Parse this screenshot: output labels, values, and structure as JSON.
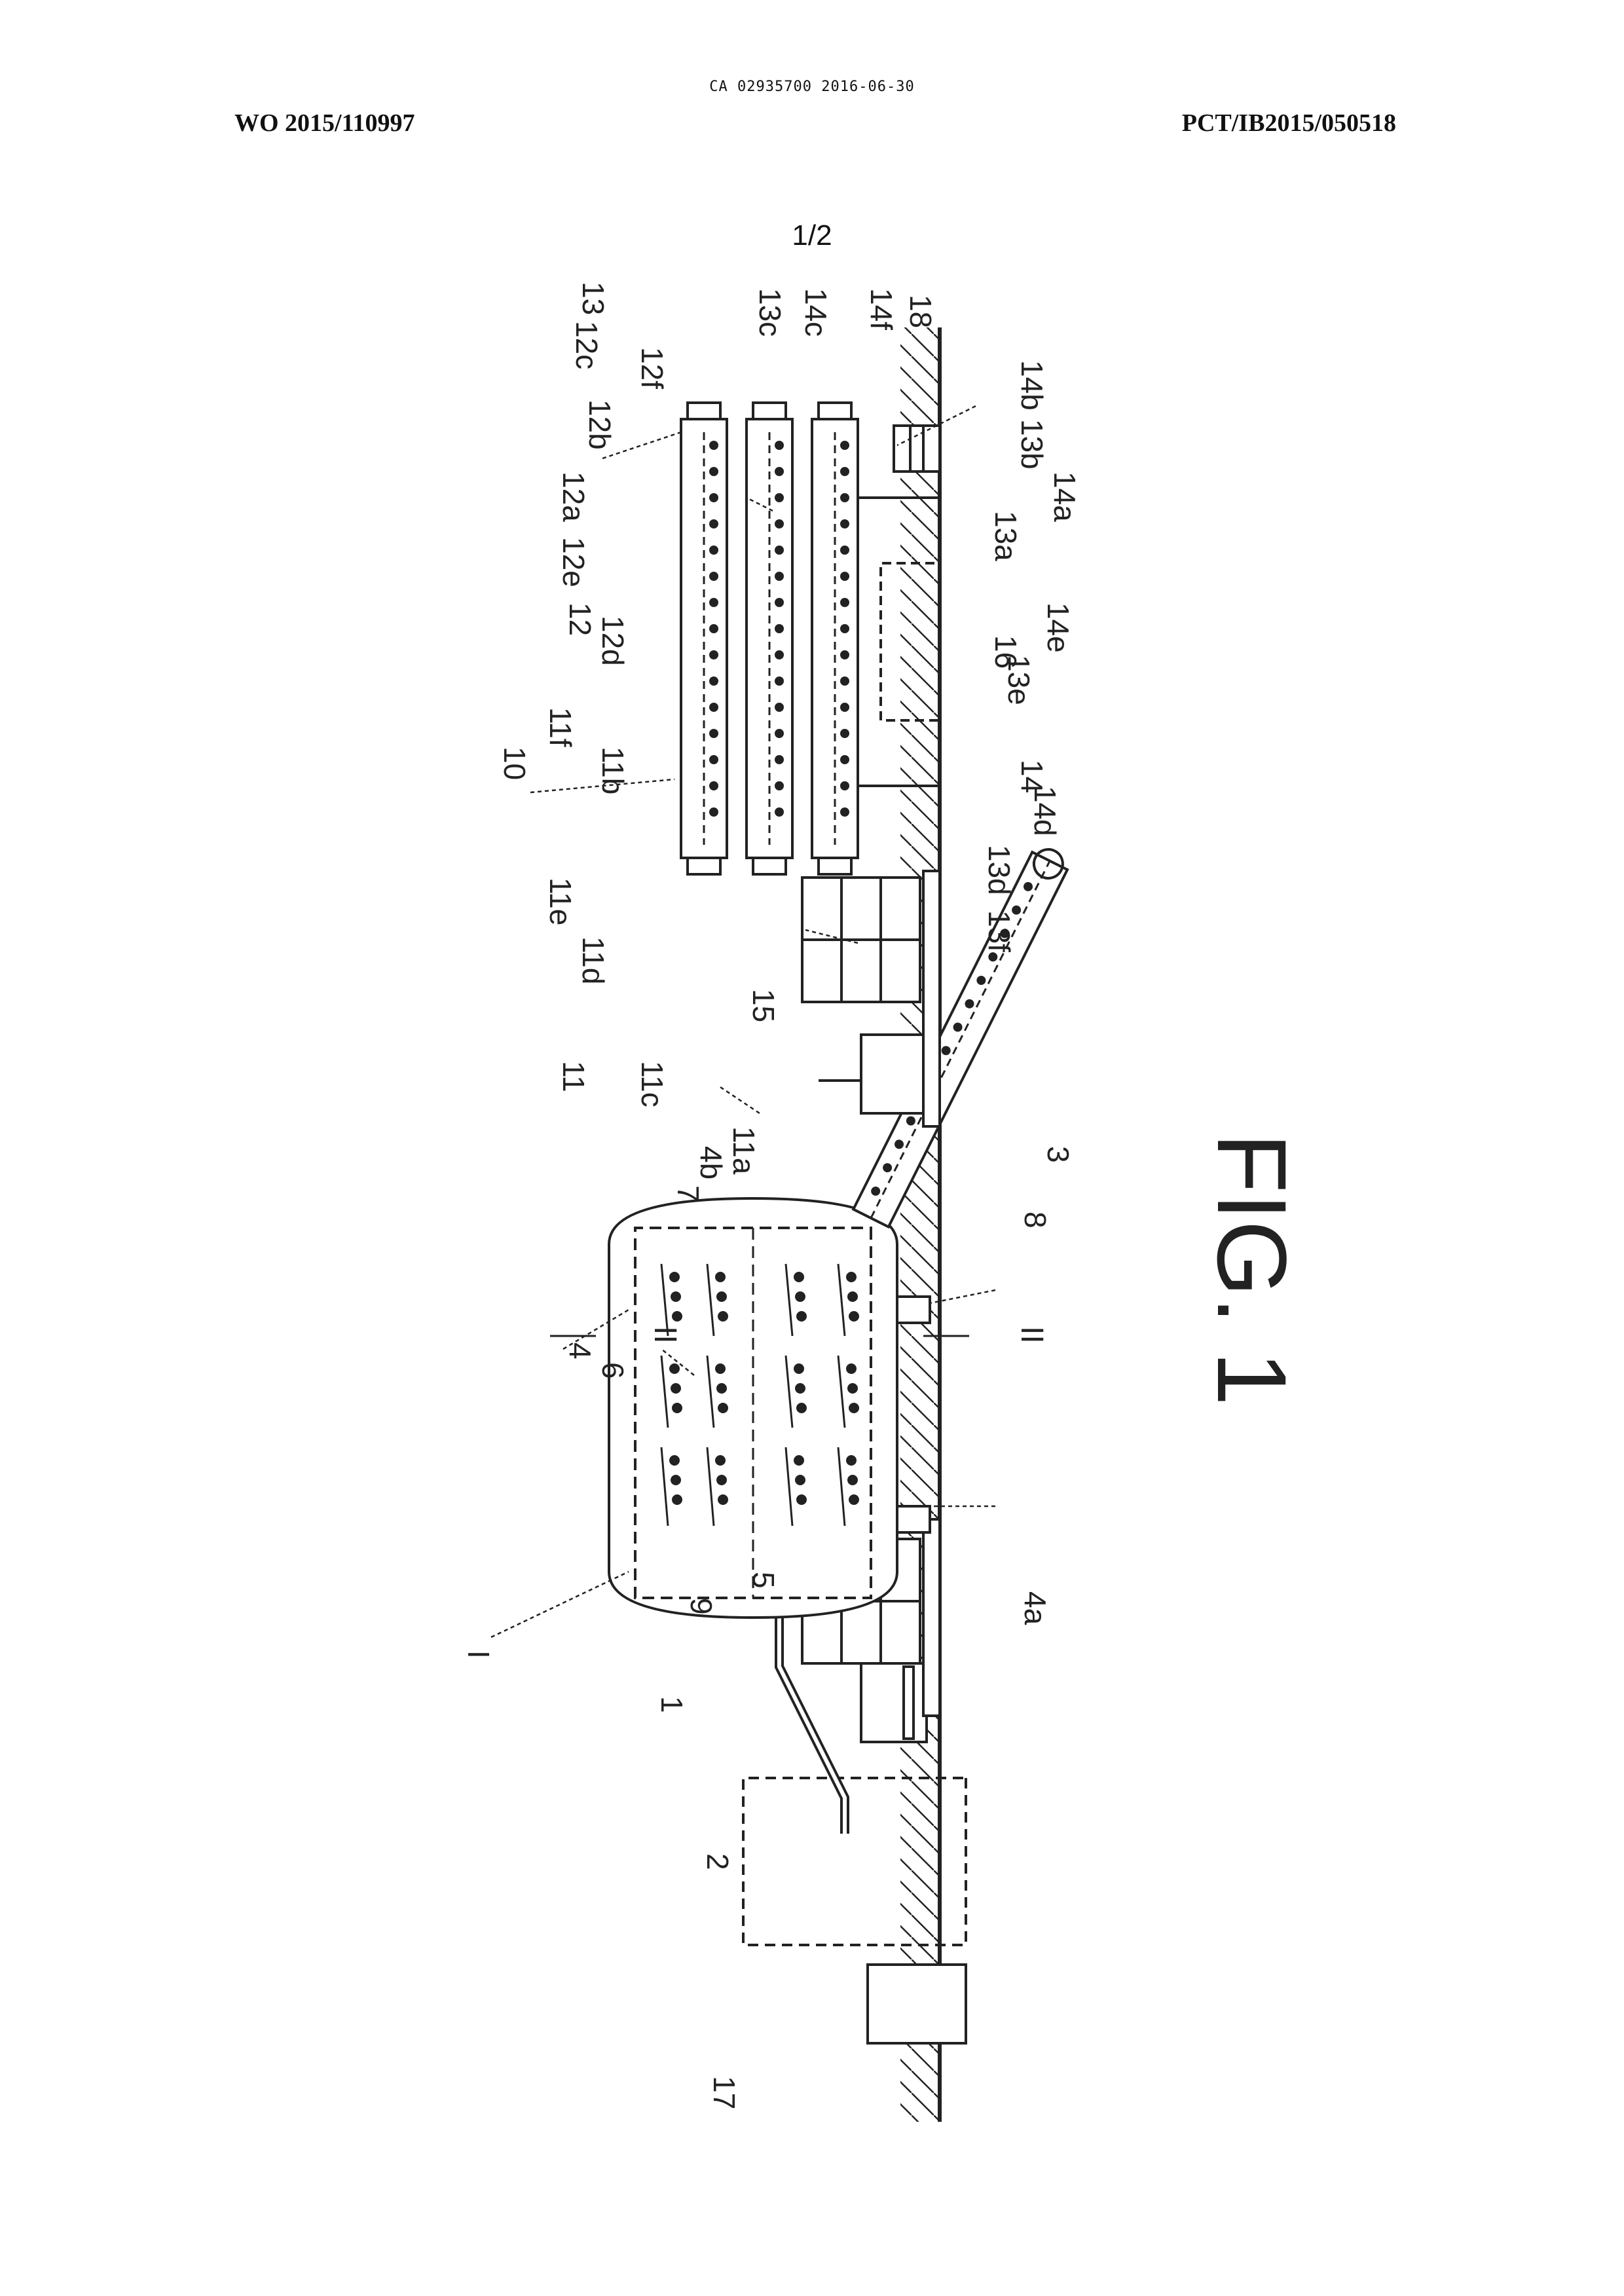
{
  "header": {
    "ca_id": "CA 02935700 2016-06-30",
    "publication_number": "WO 2015/110997",
    "pct_number": "PCT/IB2015/050518",
    "sheet": "1/2"
  },
  "figure": {
    "caption": "FIG. 1",
    "section_mark": "II",
    "labels": {
      "l_I": "I",
      "l_1": "1",
      "l_2": "2",
      "l_3": "3",
      "l_4": "4",
      "l_4a": "4a",
      "l_4b": "4b",
      "l_5": "5",
      "l_6": "6",
      "l_7": "7",
      "l_8": "8",
      "l_9": "9",
      "l_10": "10",
      "l_11": "11",
      "l_11a": "11a",
      "l_11b": "11b",
      "l_11c": "11c",
      "l_11d": "11d",
      "l_11e": "11e",
      "l_11f": "11f",
      "l_12": "12",
      "l_12a": "12a",
      "l_12b": "12b",
      "l_12c": "12c",
      "l_12d": "12d",
      "l_12e": "12e",
      "l_12f": "12f",
      "l_13": "13",
      "l_13a": "13a",
      "l_13b": "13b",
      "l_13c": "13c",
      "l_13d": "13d",
      "l_13e": "13e",
      "l_13f": "13f",
      "l_14": "14",
      "l_14a": "14a",
      "l_14b": "14b",
      "l_14c": "14c",
      "l_14d": "14d",
      "l_14e": "14e",
      "l_14f": "14f",
      "l_15": "15",
      "l_16": "16",
      "l_17": "17",
      "l_18": "18"
    }
  }
}
